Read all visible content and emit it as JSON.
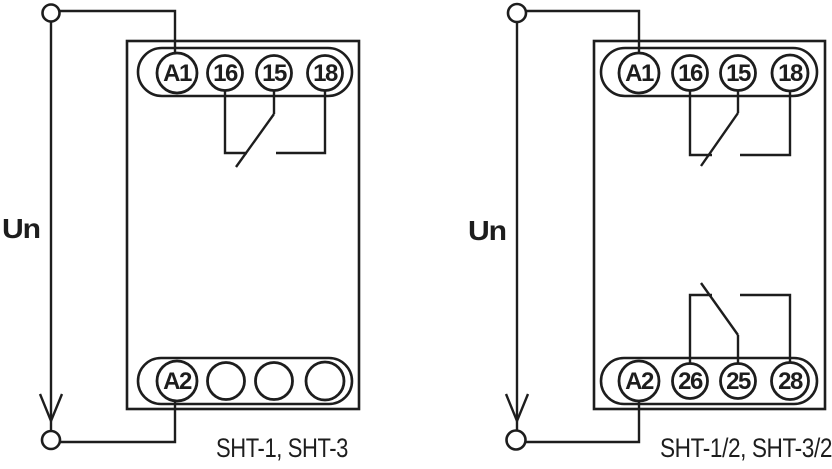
{
  "colors": {
    "line": "#1d1d1d",
    "background": "#ffffff"
  },
  "diagrams": [
    {
      "supply_label": "Un",
      "caption": "SHT-1, SHT-3",
      "top_terminals": [
        "A1",
        "16",
        "15",
        "18"
      ],
      "bottom_terminals": [
        "A2",
        "",
        "",
        ""
      ]
    },
    {
      "supply_label": "Un",
      "caption": "SHT-1/2, SHT-3/2",
      "top_terminals": [
        "A1",
        "16",
        "15",
        "18"
      ],
      "bottom_terminals": [
        "A2",
        "26",
        "25",
        "28"
      ]
    }
  ]
}
